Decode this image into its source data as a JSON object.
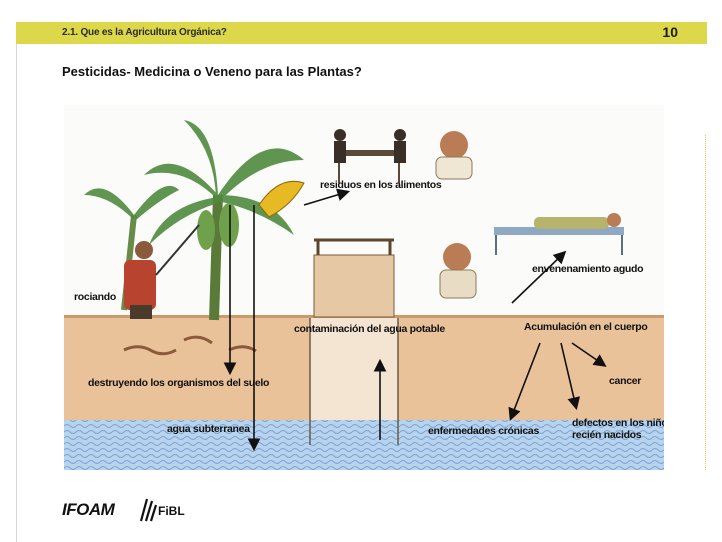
{
  "header": {
    "section": "2.1. Que es la Agricultura Orgánica?",
    "page_number": "10"
  },
  "title": "Pesticidas- Medicina o Veneno para las Plantas?",
  "illustration": {
    "labels": {
      "rociando": "rociando",
      "residuos": "residuos en los alimentos",
      "envenenamiento": "envenenamiento agudo",
      "contaminacion": "contaminación del agua potable",
      "acumulacion": "Acumulación en el cuerpo",
      "destruyendo": "destruyendo los organismos del suelo",
      "cancer": "cancer",
      "agua": "agua subterranea",
      "enfermedades": "enfermedades crónicas",
      "defectos": "defectos en los niños recién nacidos"
    }
  },
  "footer": {
    "logo_ifoam": "IFOAM",
    "logo_fibl": "FiBL"
  },
  "colors": {
    "header_bar": "#ddd74a",
    "soil": "#e9c29a",
    "water": "#a9c8e8",
    "sky": "#fbfbf9"
  }
}
